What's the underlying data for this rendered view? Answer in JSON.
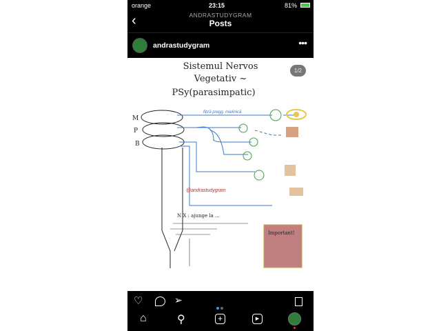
{
  "status": {
    "carrier": "orange",
    "time": "23:15",
    "battery": "81%"
  },
  "header": {
    "account": "ANDRASTUDYGRAM",
    "title": "Posts"
  },
  "post": {
    "username": "andrastudygram",
    "counter": "1/2",
    "image": {
      "title_lines": [
        "Sistemul Nervos",
        "Vegetativ ~",
        "PSy(parasimpatic)"
      ],
      "fiber_label": "fibră pregg. mielinică",
      "watermark": "@andrastudygram",
      "note_title": "Important!",
      "labels_left": [
        "M",
        "P",
        "B"
      ],
      "side_note": "N X : ajunge la ..."
    },
    "carousel": {
      "current": 1,
      "total": 2
    }
  },
  "colors": {
    "accent": "#3897f0",
    "avatar": "#2e7d3a"
  }
}
